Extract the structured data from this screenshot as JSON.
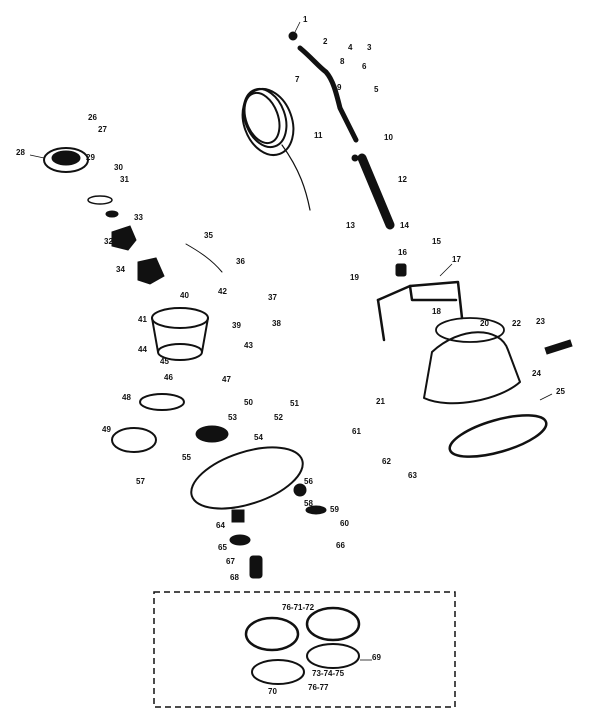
{
  "diagram": {
    "kind": "exploded parts view",
    "labels": [
      "1",
      "2",
      "3",
      "4",
      "5",
      "6",
      "7",
      "8",
      "9",
      "10",
      "11",
      "12",
      "13",
      "14",
      "15",
      "16",
      "17",
      "18",
      "19",
      "20",
      "21",
      "22",
      "23",
      "24",
      "25",
      "26",
      "27",
      "28",
      "29",
      "30",
      "31",
      "32",
      "33",
      "34",
      "35",
      "36",
      "37",
      "38",
      "39",
      "40",
      "41",
      "42",
      "43",
      "44",
      "45",
      "46",
      "47",
      "48",
      "49",
      "50",
      "51",
      "52",
      "53",
      "54",
      "55",
      "56",
      "57",
      "58",
      "59",
      "60",
      "61",
      "62",
      "63",
      "64",
      "65",
      "66",
      "67",
      "68",
      "69",
      "70",
      "76-71-72",
      "73-74-75",
      "76-77"
    ],
    "ink_color": "#111111",
    "paper_color": "#ffffff"
  }
}
